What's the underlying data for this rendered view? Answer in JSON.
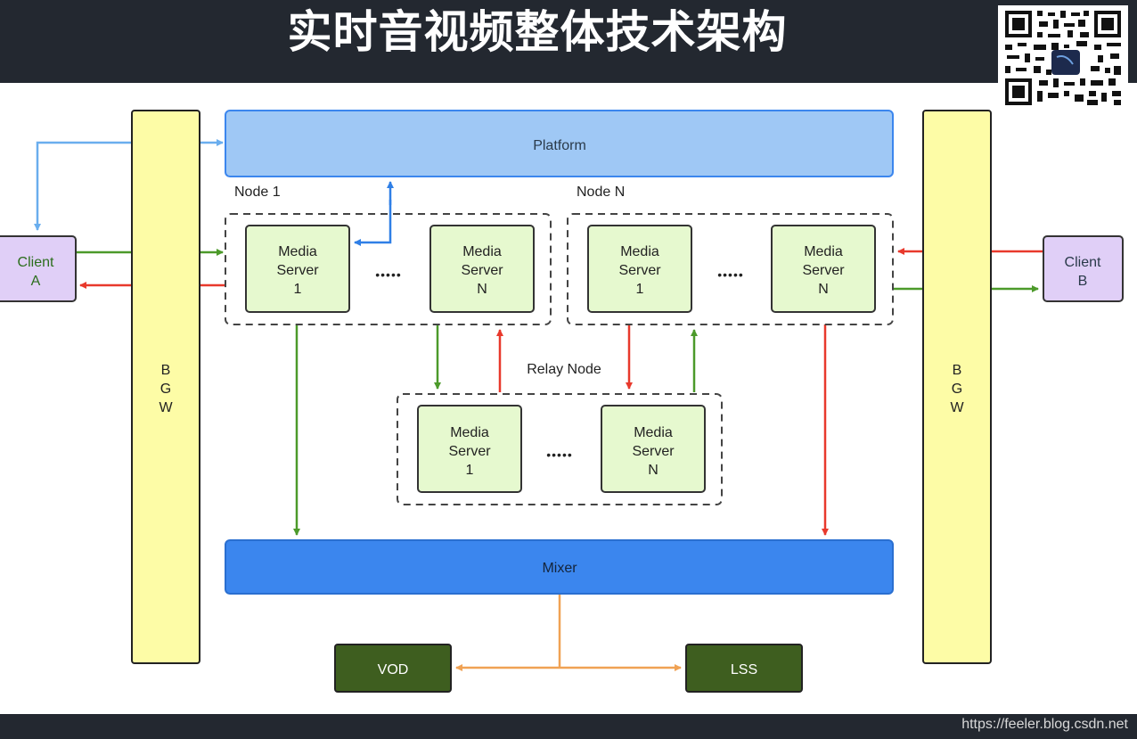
{
  "page": {
    "title": "实时音视频整体技术架构",
    "watermark": "https://feeler.blog.csdn.net"
  },
  "diagram": {
    "platform": "Platform",
    "mixer": "Mixer",
    "vod": "VOD",
    "lss": "LSS",
    "bgw_left": [
      "B",
      "G",
      "W"
    ],
    "bgw_right": [
      "B",
      "G",
      "W"
    ],
    "client_a": [
      "Client",
      "A"
    ],
    "client_b": [
      "Client",
      "B"
    ],
    "node1": {
      "label": "Node 1",
      "server_first": [
        "Media",
        "Server",
        "1"
      ],
      "ellipsis": "•••••",
      "server_last": [
        "Media",
        "Server",
        "N"
      ]
    },
    "nodeN": {
      "label": "Node N",
      "server_first": [
        "Media",
        "Server",
        "1"
      ],
      "ellipsis": "•••••",
      "server_last": [
        "Media",
        "Server",
        "N"
      ]
    },
    "relay": {
      "label": "Relay Node",
      "server_first": [
        "Media",
        "Server",
        "1"
      ],
      "ellipsis": "•••••",
      "server_last": [
        "Media",
        "Server",
        "N"
      ]
    }
  },
  "colors": {
    "header_bg": "#232830",
    "bgw_fill": "#fdfca6",
    "client_fill": "#e0cff7",
    "platform_fill": "#9fc8f5",
    "mixer_fill": "#3b86ee",
    "server_fill": "#e6f9cf",
    "output_fill": "#3e5e1f",
    "arrow_green": "#4c9a2a",
    "arrow_red": "#e8392c",
    "arrow_blue": "#2f7fe6",
    "arrow_lightblue": "#6aaeee",
    "arrow_orange": "#f0a254"
  }
}
